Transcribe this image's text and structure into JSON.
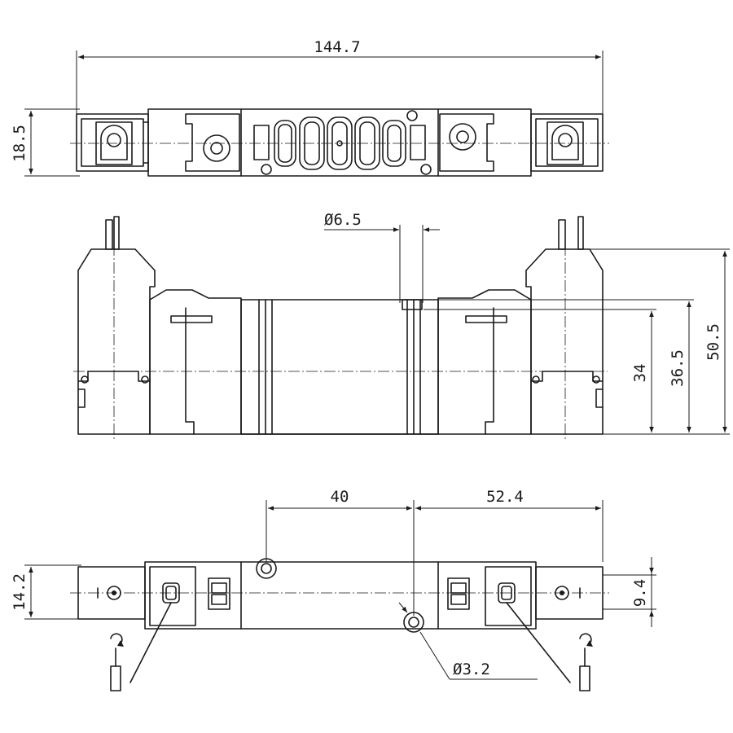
{
  "dimensions": {
    "overall_length": "144.7",
    "top_height": "18.5",
    "port_diameter": "Ø6.5",
    "height_34": "34",
    "height_36_5": "36.5",
    "height_50_5": "50.5",
    "spacing_40": "40",
    "spacing_52_4": "52.4",
    "bottom_height": "14.2",
    "inner_height": "9.4",
    "hole_diameter": "Ø3.2"
  },
  "colors": {
    "line": "#1a1a1a",
    "background": "#ffffff"
  }
}
